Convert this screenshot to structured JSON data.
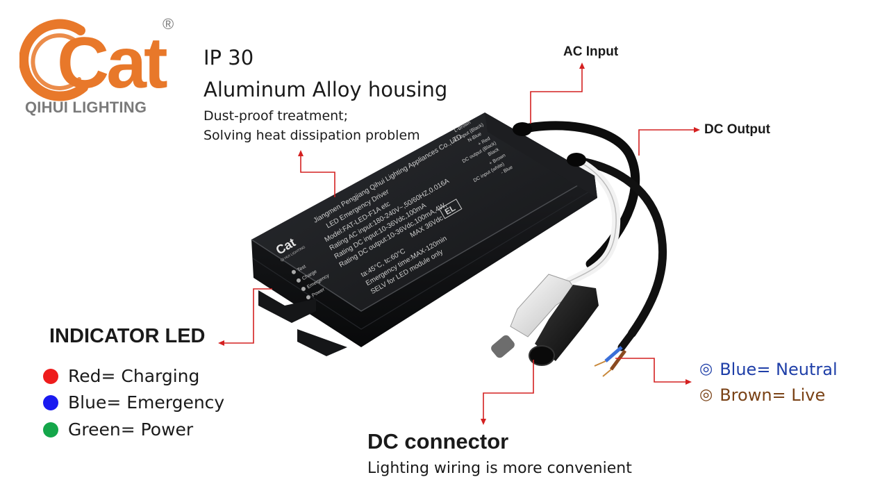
{
  "brand": {
    "logo_text": "Cat",
    "registered_mark": "®",
    "company": "QIHUI LIGHTING",
    "color": "#e8782a"
  },
  "housing": {
    "rating": "IP 30",
    "material": "Aluminum  Alloy housing",
    "note_line1": "Dust-proof treatment;",
    "note_line2": "Solving heat dissipation problem"
  },
  "callouts": {
    "ac_input": "AC Input",
    "dc_output": "DC Output",
    "arrow_color": "#d42020"
  },
  "indicator": {
    "title": "INDICATOR  LED",
    "items": [
      {
        "label": "Red= Charging",
        "color": "#ee1c1c"
      },
      {
        "label": "Blue= Emergency",
        "color": "#1a1af0"
      },
      {
        "label": "Green= Power",
        "color": "#14a64a"
      }
    ]
  },
  "wires": {
    "items": [
      {
        "label": "Blue= Neutral",
        "color": "#1f3fa8"
      },
      {
        "label": "Brown= Live",
        "color": "#7a4216"
      }
    ],
    "ring_glyph": "◎"
  },
  "dc_connector": {
    "title": "DC connector",
    "subtitle": "Lighting wiring is more convenient"
  },
  "product_label": {
    "lines": [
      "Jiangmen Pengjiang Qihui Lighting Appliances Co.,LTD.",
      "LED Emergency Driver",
      "Model:FAT-LED-F1A  etc",
      "Rating AC input:180-240V~,50/60HZ,0.016A",
      "Rating DC input:10-36Vdc,100mA",
      "Rating DC output:10-36Vdc,100mA,4W,",
      "MAX 36Vdc",
      "ta:45°C,  tc:60°C",
      "Emergency time:MAX-120min",
      "SELV for LED module only"
    ],
    "indicators": [
      "Test",
      "Charge",
      "Emergency",
      "Power"
    ],
    "terminals": [
      "L-Brown",
      "AC input (Black)",
      "N-Blue",
      "+ Red",
      "DC output (Black)",
      "Black",
      "+ Brown",
      "DC input (white)",
      "- Blue"
    ],
    "mark": "EL",
    "logo_small": "Cat",
    "logo_small_sub": "QI HUI LIGHTING"
  }
}
